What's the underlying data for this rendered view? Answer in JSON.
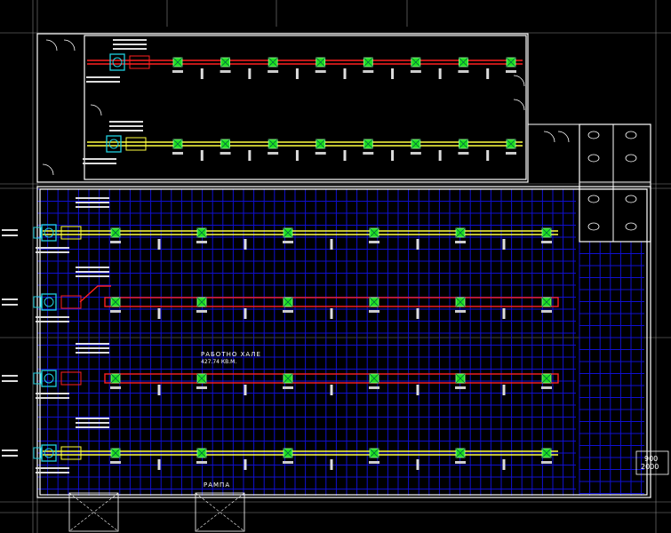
{
  "drawing": {
    "hall_title": "РАБОТНО ХАЛЕ",
    "hall_area": "427.74 КВ.М.",
    "ramp_label": "РАМПА",
    "dim_top": "900",
    "dim_bottom": "2000"
  },
  "colors": {
    "background": "#000000",
    "grid": "#1010d0",
    "wall": "#ffffff",
    "supply_duct": "#ffff40",
    "exhaust_duct": "#ff2020",
    "diffuser": "#20e020",
    "fan_unit": "#20d0e0",
    "frame_line": "#ffffff"
  },
  "duct_rows": [
    {
      "id": "upper-exhaust",
      "type": "exhaust",
      "diffusers": 8
    },
    {
      "id": "upper-supply",
      "type": "supply",
      "diffusers": 8
    },
    {
      "id": "hall-supply-1",
      "type": "supply",
      "diffusers": 6
    },
    {
      "id": "hall-exhaust-1",
      "type": "exhaust",
      "diffusers": 6
    },
    {
      "id": "hall-exhaust-2",
      "type": "exhaust",
      "diffusers": 6
    },
    {
      "id": "hall-supply-2",
      "type": "supply",
      "diffusers": 6
    }
  ]
}
